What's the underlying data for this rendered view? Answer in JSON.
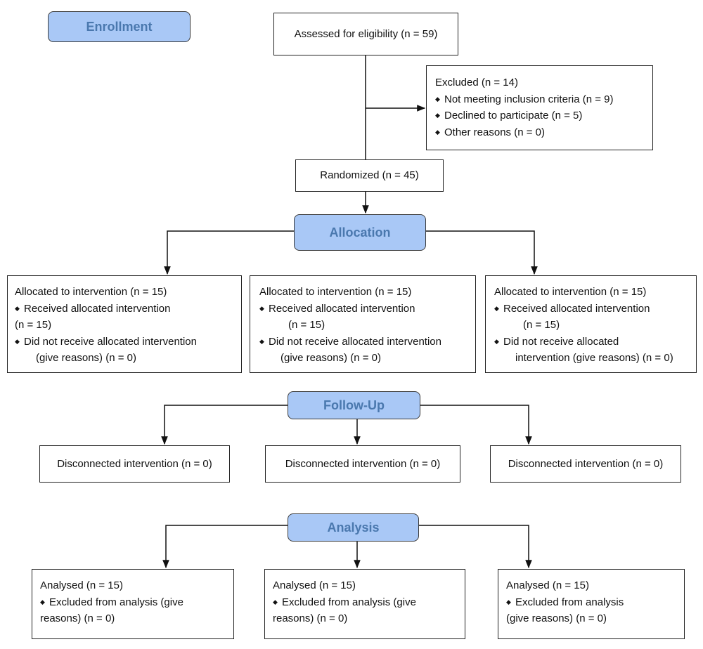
{
  "stages": {
    "enrollment": "Enrollment",
    "allocation": "Allocation",
    "follow_up": "Follow-Up",
    "analysis": "Analysis"
  },
  "enrollment": {
    "assessed": "Assessed for eligibility (n = 59)",
    "excluded": {
      "title": "Excluded (n = 14)",
      "items": [
        "Not meeting inclusion criteria (n = 9)",
        "Declined to participate (n = 5)",
        "Other reasons (n = 0)"
      ]
    },
    "randomized": "Randomized (n = 45)"
  },
  "allocation": {
    "groups": [
      {
        "title": "Allocated to intervention (n = 15)",
        "received": "Received  allocated intervention",
        "received_n": "(n = 15)",
        "not_received_a": "Did not receive  allocated intervention",
        "not_received_b": "(give reasons) (n = 0)"
      },
      {
        "title": "Allocated to intervention (n = 15)",
        "received": "Received  allocated intervention",
        "received_n": "(n = 15)",
        "not_received_a": "Did not receive  allocated intervention",
        "not_received_b": "(give reasons) (n = 0)"
      },
      {
        "title": "Allocated to intervention (n = 15)",
        "received": "Received  allocated intervention",
        "received_n": "(n = 15)",
        "not_received_a": "Did not receive  allocated",
        "not_received_b": "intervention  (give reasons)  (n = 0)"
      }
    ]
  },
  "follow_up": {
    "groups": [
      "Disconnected intervention (n = 0)",
      "Disconnected intervention (n = 0)",
      "Disconnected intervention (n = 0)"
    ]
  },
  "analysis": {
    "groups": [
      {
        "title": "Analysed (n = 15)",
        "excluded_a": "Excluded from analysis (give",
        "excluded_b": "reasons)  (n = 0)"
      },
      {
        "title": "Analysed (n = 15)",
        "excluded_a": "Excluded from analysis (give",
        "excluded_b": "reasons) (n = 0)"
      },
      {
        "title": "Analysed (n = 15)",
        "excluded_a": "Excluded from analysis",
        "excluded_b": "(give reasons) (n = 0)"
      }
    ]
  },
  "colors": {
    "stage_fill": "#a9c8f6",
    "stage_text": "#4a78ae",
    "line": "#111111"
  },
  "icons": {
    "bullet": "◆"
  }
}
